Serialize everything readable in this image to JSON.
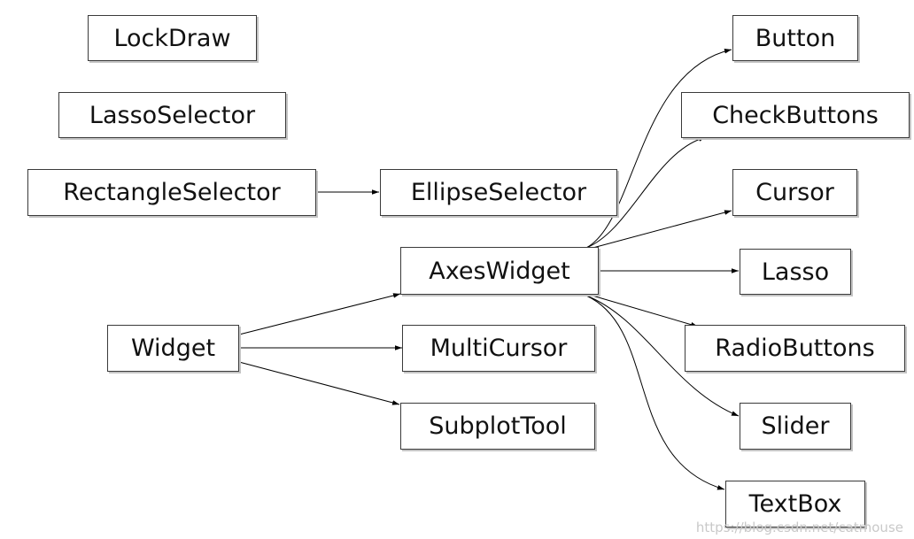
{
  "nodes": {
    "lockdraw": "LockDraw",
    "lassoselector": "LassoSelector",
    "rectangleselector": "RectangleSelector",
    "ellipseselector": "EllipseSelector",
    "widget": "Widget",
    "axeswidget": "AxesWidget",
    "multicursor": "MultiCursor",
    "subplottool": "SubplotTool",
    "button": "Button",
    "checkbuttons": "CheckButtons",
    "cursor": "Cursor",
    "lasso": "Lasso",
    "radiobuttons": "RadioButtons",
    "slider": "Slider",
    "textbox": "TextBox"
  },
  "edges": [
    {
      "from": "RectangleSelector",
      "to": "EllipseSelector"
    },
    {
      "from": "Widget",
      "to": "AxesWidget"
    },
    {
      "from": "Widget",
      "to": "MultiCursor"
    },
    {
      "from": "Widget",
      "to": "SubplotTool"
    },
    {
      "from": "AxesWidget",
      "to": "Button"
    },
    {
      "from": "AxesWidget",
      "to": "CheckButtons"
    },
    {
      "from": "AxesWidget",
      "to": "Cursor"
    },
    {
      "from": "AxesWidget",
      "to": "Lasso"
    },
    {
      "from": "AxesWidget",
      "to": "RadioButtons"
    },
    {
      "from": "AxesWidget",
      "to": "Slider"
    },
    {
      "from": "AxesWidget",
      "to": "TextBox"
    }
  ],
  "watermark": "https://blog.csdn.net/catmouse"
}
